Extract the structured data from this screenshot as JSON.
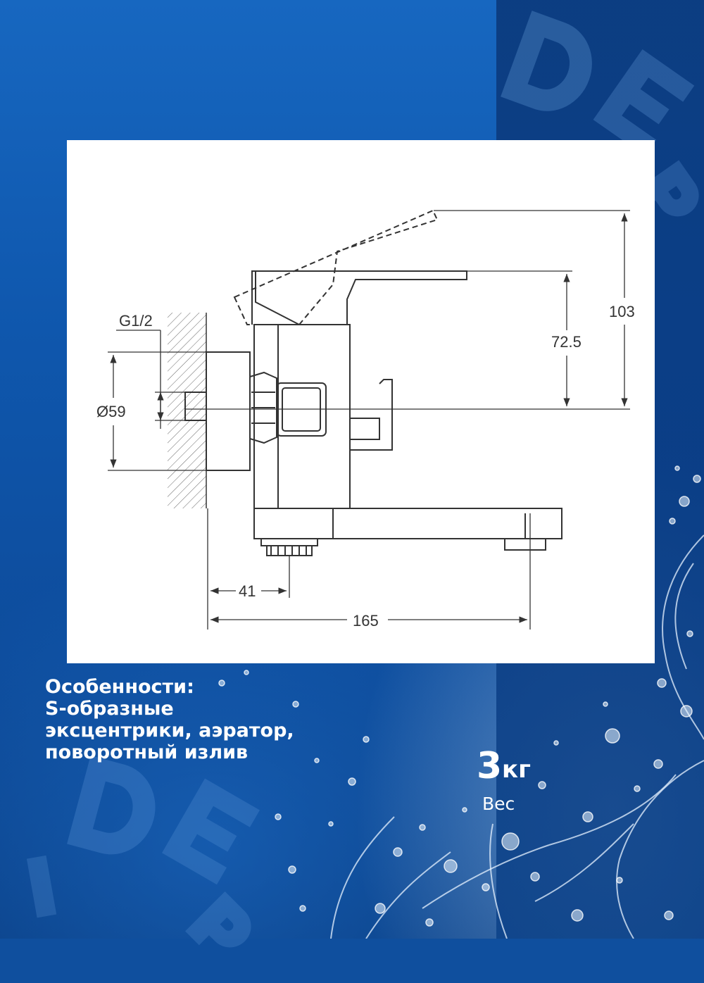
{
  "drawing": {
    "labels": {
      "thread": "G1/2",
      "diameter": "Ø59",
      "height_total": "103",
      "height_spout": "72.5",
      "offset": "41",
      "length": "165"
    }
  },
  "features": {
    "lines": [
      "Особенности:",
      "S-образные",
      "эксцентрики, аэратор,",
      "поворотный излив"
    ]
  },
  "weight": {
    "value": "3",
    "unit": "кг",
    "label": "Вес"
  },
  "colors": {
    "background": "#0f4f9e",
    "card": "#ffffff",
    "text": "#ffffff",
    "line": "#333333"
  }
}
